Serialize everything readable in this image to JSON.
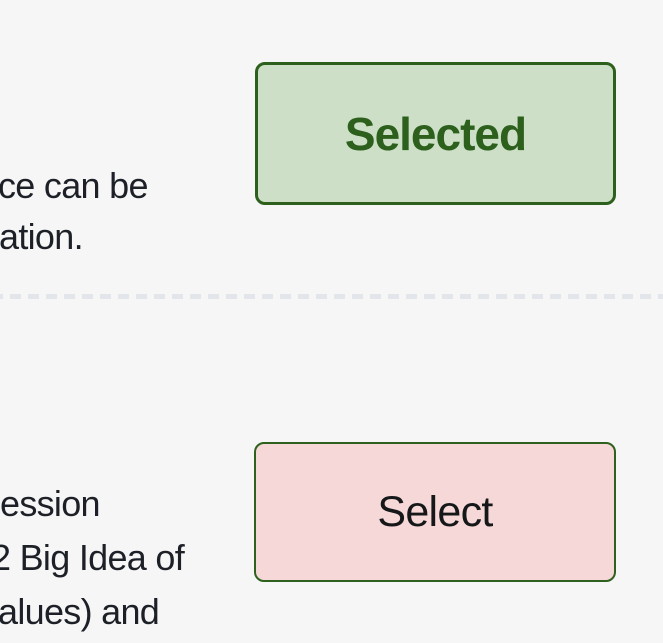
{
  "page": {
    "background_color": "#f6f6f7",
    "divider_style": "dashed",
    "divider_color": "#e2e6ea"
  },
  "options": [
    {
      "text_lines": [
        "ce can be",
        "ation."
      ],
      "button": {
        "label": "Selected",
        "state": "selected",
        "background_color": "#cde0c7",
        "border_color": "#2d601c",
        "text_color": "#2d601c"
      }
    },
    {
      "text_lines": [
        "ession",
        "2 Big Idea of",
        "alues) and"
      ],
      "button": {
        "label": "Select",
        "state": "unselected",
        "background_color": "#f6d8d8",
        "border_color": "#2e611e",
        "text_color": "#151719"
      }
    }
  ]
}
